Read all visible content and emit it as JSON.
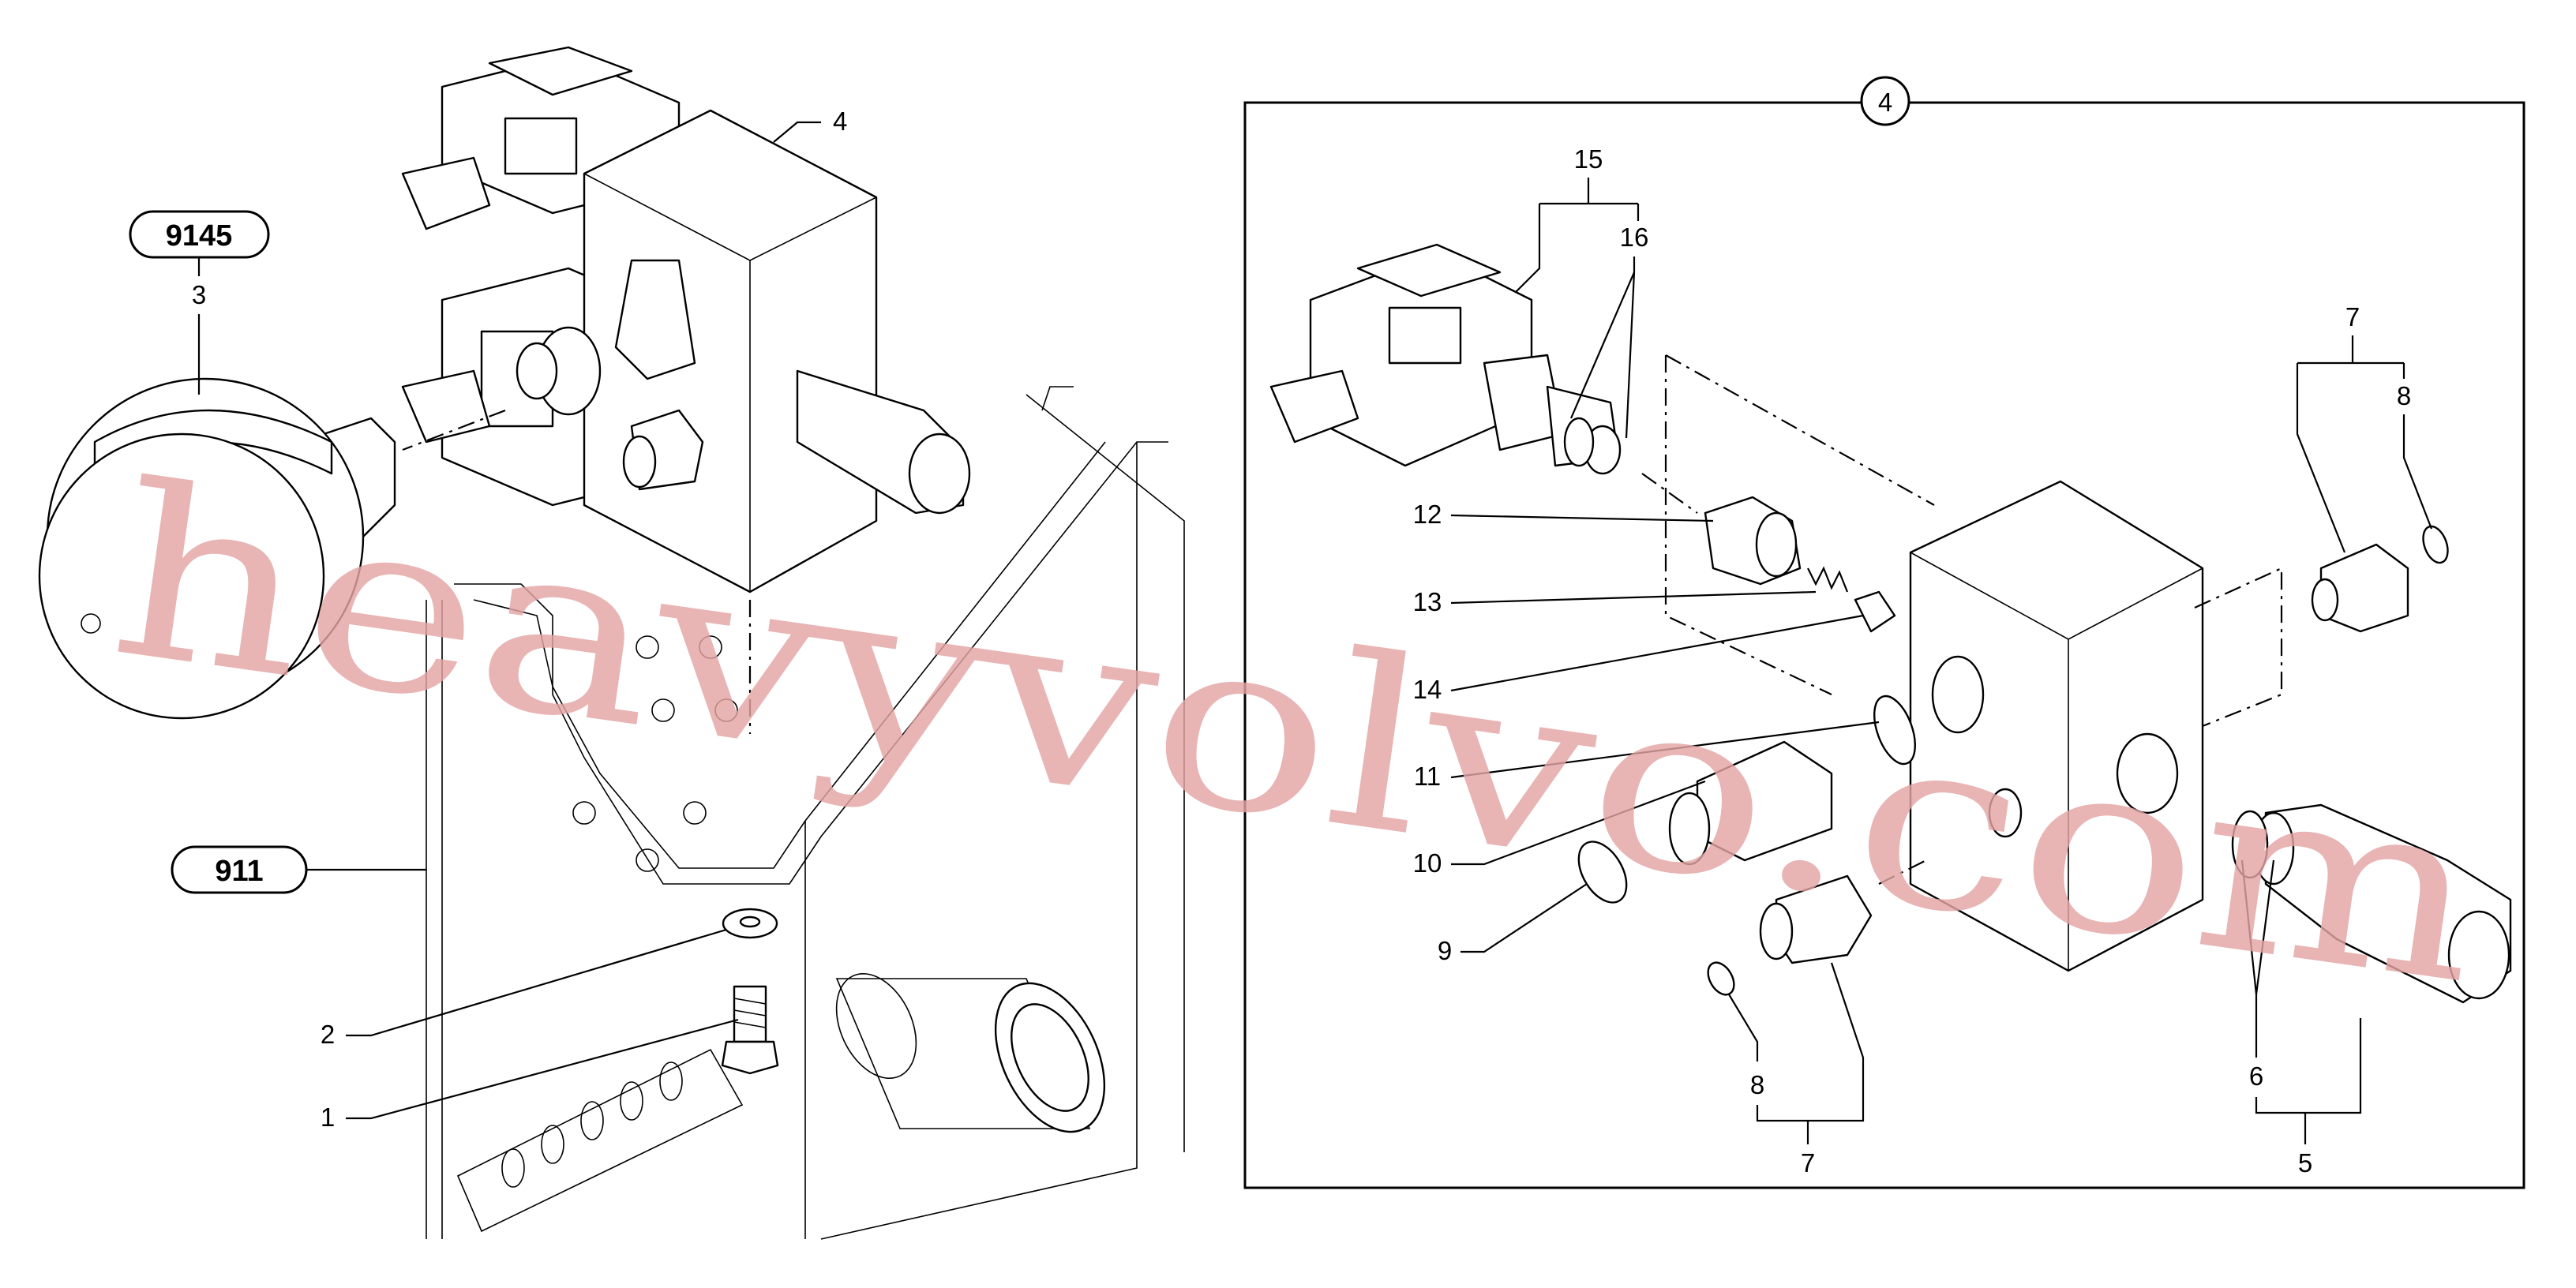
{
  "callouts": {
    "c1": "1",
    "c2": "2",
    "c3": "3",
    "c4_assembly": "4",
    "c4_circle": "4",
    "c5": "5",
    "c6": "6",
    "c7_top": "7",
    "c7_bottom": "7",
    "c8_top": "8",
    "c8_bottom": "8",
    "c9": "9",
    "c10": "10",
    "c11": "11",
    "c12": "12",
    "c13": "13",
    "c14": "14",
    "c15": "15",
    "c16": "16"
  },
  "references": {
    "ref_9145": "9145",
    "ref_911": "911"
  },
  "watermark": "heavyvolvo.com"
}
